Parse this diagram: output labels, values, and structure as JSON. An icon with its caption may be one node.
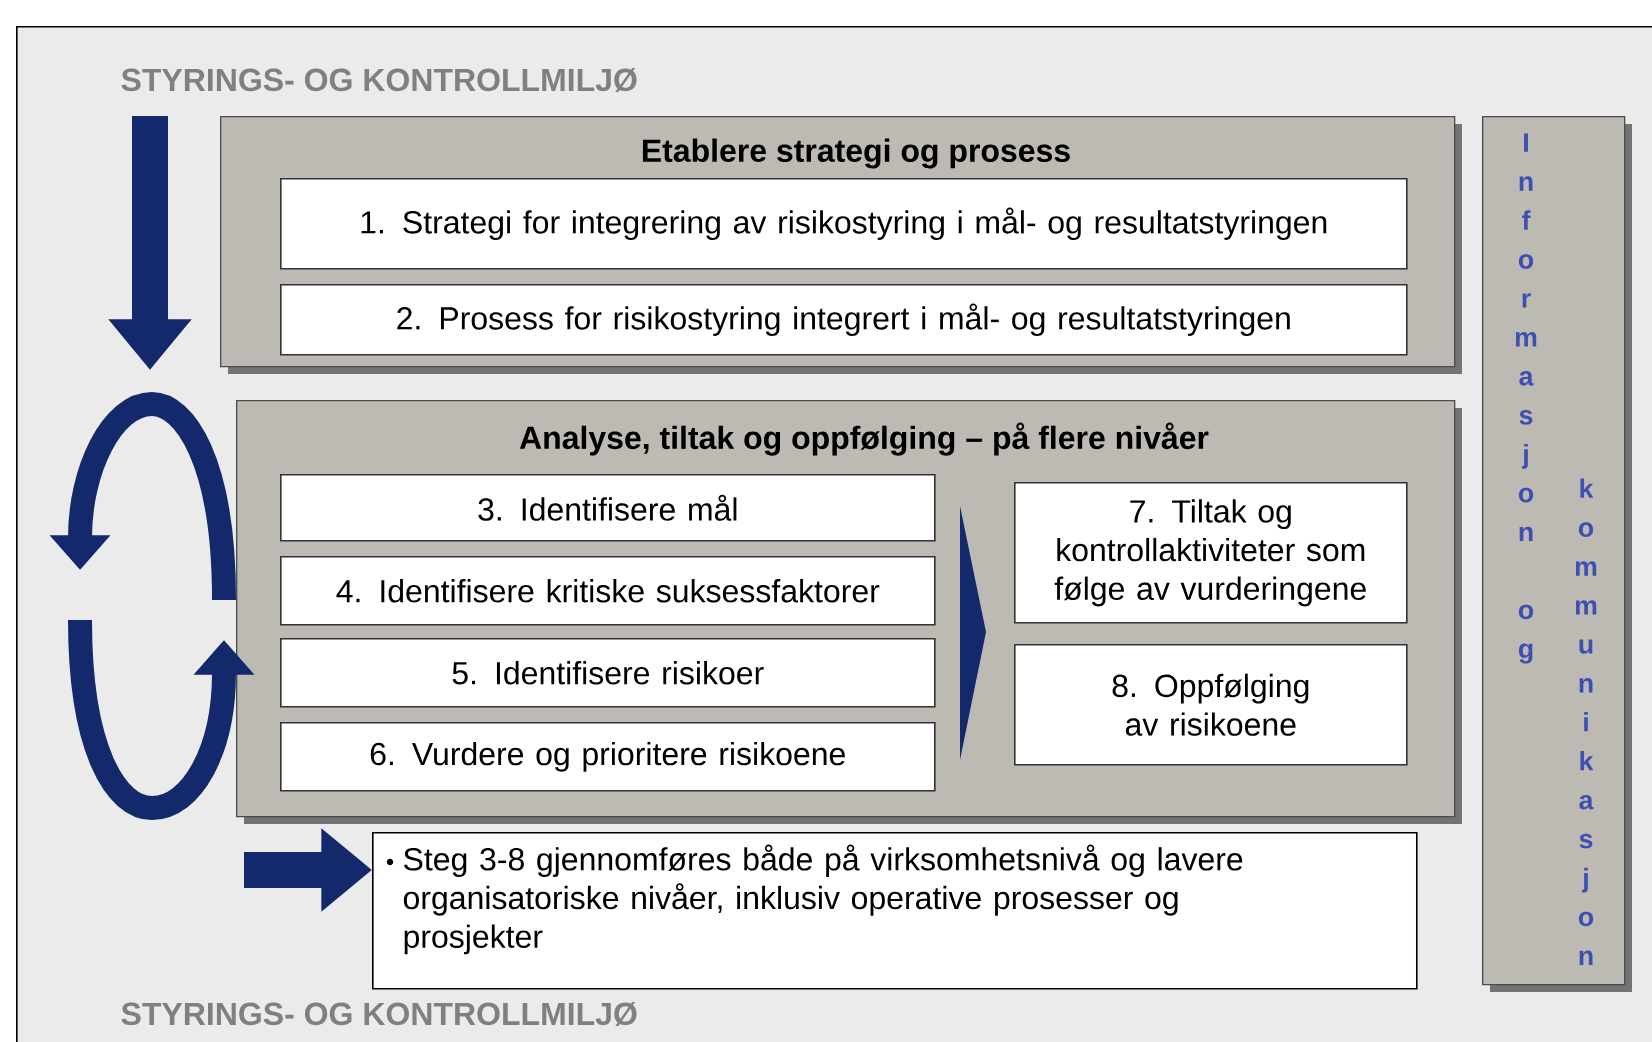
{
  "diagram": {
    "nodes": [
      {
        "text": [
          "STYRINGS- OG KONTROLLMILJØ",
          "STYRINGS- OG KONTROLLMILJØ"
        ]
      },
      {
        "text": [
          "Etablere strategi og prosess"
        ],
        "in": 0
      },
      {
        "text": [
          "1. Strategi for integrering av risikostyring i mål- og resultatstyringen"
        ],
        "in": 1
      },
      {
        "text": [
          "2.  Prosess for risikostyring integrert i mål- og resultatstyringen"
        ],
        "in": 1
      },
      {
        "text": [
          "Analyse, tiltak og oppfølging – på flere nivåer"
        ],
        "in": 0
      },
      {
        "text": [
          "3. Identifisere mål"
        ],
        "in": 4
      },
      {
        "text": [
          "4. Identifisere kritiske suksessfaktorer"
        ],
        "in": 4
      },
      {
        "text": [
          "5. Identifisere risikoer"
        ],
        "in": 4
      },
      {
        "text": [
          "6. Vurdere og prioritere risikoene"
        ],
        "in": 4
      },
      {
        "text": [
          "7. Tiltak og kontrollaktiviteter som følge av vurderingene"
        ],
        "in": 4
      },
      {
        "text": [
          "8.  Oppfølging av risikoene"
        ],
        "in": 4
      },
      {
        "text": [
          "Steg 3-8 gjennomføres både på virksomhetsnivå og lavere organisatoriske nivåer, inklusiv operative prosesser og prosjekter"
        ],
        "in": 0
      },
      {
        "text": [
          "Informasjon og",
          "kommunikasjon"
        ],
        "in": 0
      }
    ],
    "edges": [
      {
        "from": null,
        "to": 11,
        "arrow": "to"
      }
    ]
  }
}
